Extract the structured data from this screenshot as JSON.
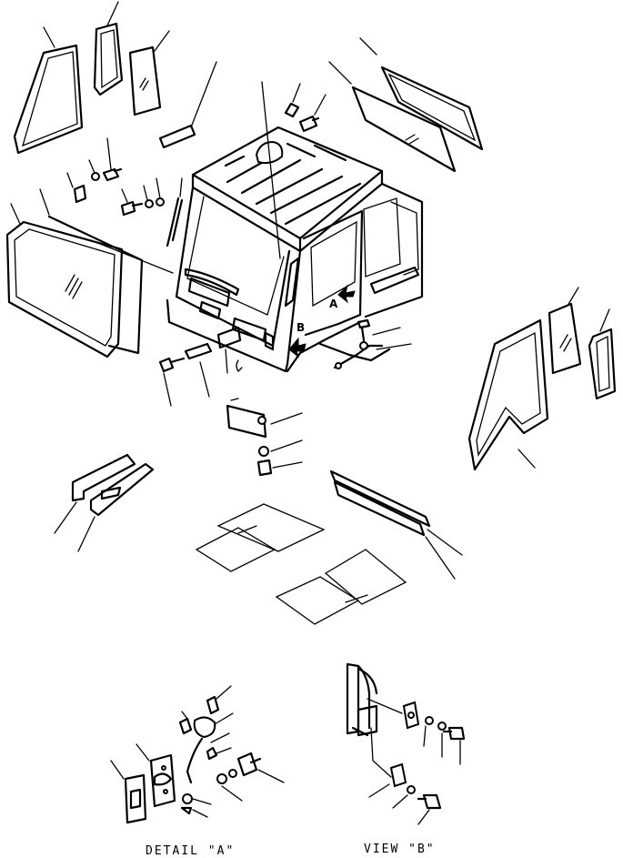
{
  "labels": {
    "view_a_marker": "A",
    "view_b_marker": "B",
    "detail_a_caption": "DETAIL \"A\"",
    "view_b_caption": "VIEW \"B\""
  },
  "colors": {
    "ink": "#000000",
    "paper": "#ffffff"
  }
}
